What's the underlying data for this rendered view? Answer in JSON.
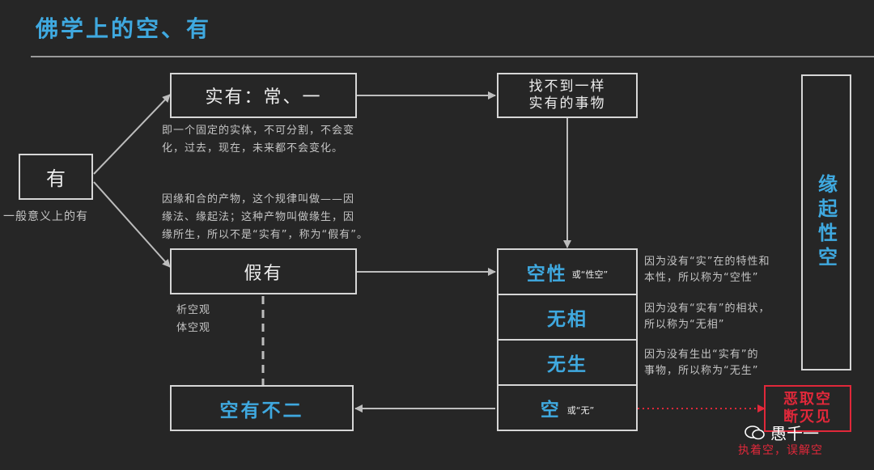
{
  "title": "佛学上的空、有",
  "you": {
    "label": "有",
    "caption": "一般意义上的有"
  },
  "shiyou": {
    "label": "实有：常、一",
    "desc1": "即一个固定的实体，不可分割，不会变",
    "desc2": "化，过去，现在，未来都不会变化。"
  },
  "jiayou": {
    "label": "假有",
    "desc1": "因缘和合的产物，这个规律叫做——因",
    "desc2": "缘法、缘起法；这种产物叫做缘生，因",
    "desc3": "缘所生，所以不是“实有”，称为“假有”。",
    "side1": "析空观",
    "side2": "体空观"
  },
  "notfound": {
    "line1": "找不到一样",
    "line2": "实有的事物"
  },
  "column": {
    "line1": "空性",
    "small1": "或“性空”",
    "line2": "无相",
    "line3": "无生",
    "line4": "空",
    "small4": "或“无”"
  },
  "explain": {
    "kx1": "因为没有“实”在的特性和",
    "kx2": "本性，所以称为“空性”",
    "wx1": "因为没有“实有”的相状，",
    "wx2": "所以称为“无相”",
    "ws1": "因为没有生出“实有”的",
    "ws2": "事物，所以称为“无生”"
  },
  "kongyou": {
    "label": "空有不二"
  },
  "yuanqi": {
    "label": "缘起性空"
  },
  "wrong": {
    "line1": "恶取空",
    "line2": "断灭见",
    "caption": "执着空，误解空"
  },
  "watermark": {
    "name": "愚千一"
  },
  "colors": {
    "accent": "#3fa9e0",
    "warning": "#e0283a"
  }
}
